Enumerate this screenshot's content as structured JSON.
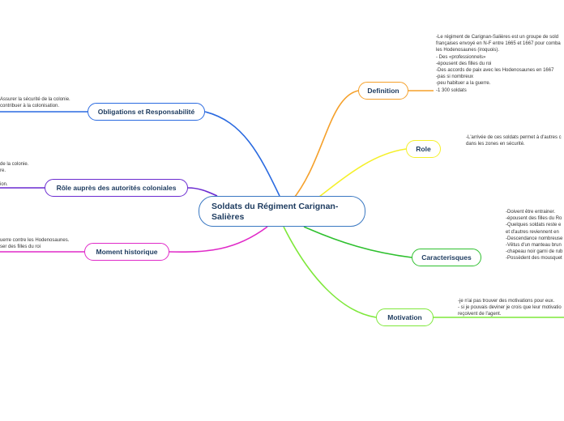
{
  "central": {
    "title": "Soldats du Régiment Carignan-Salières"
  },
  "colors": {
    "central": "#3a78c2",
    "definition": "#f5a02a",
    "role": "#f5f02a",
    "caracteristiques": "#2ec02e",
    "motivation": "#7ee83a",
    "obligations": "#2a6ae0",
    "role_coloniale": "#6a2ad0",
    "moment": "#e02ac8"
  },
  "branches": {
    "definition": {
      "label": "Definition",
      "note": "-Le régiment de Carignan-Salières est un groupe de sold\nfrançaises envoyé en N-F entre 1665 et 1667 pour comba\nles Hodenosaunes (iroquois).\n- Des «professionnels»\n-épousent des filles du roi\n-Des accords de paix avec les Hodenosaunes en 1667\n-pas si nombreux\n-peu habituer a la guerre.\n-1 300 soldats"
    },
    "role": {
      "label": "Role",
      "note": "-L'arrivée de ces soldats permet à d'autres c\ndans les zones en sécurité."
    },
    "caracteristiques": {
      "label": "Caracterisques",
      "note": "-Doivent être entrainer.\n-épousent des filles du Ro\n-Quelques soldats reste e\net d'autres reviennent en\n-Descendance nombreuse\n-Vêtus d'un manteau brun\n-chapeau noir garni de rub\n-Possèdent des mousquet"
    },
    "motivation": {
      "label": "Motivation",
      "note": "-je n'ai pas trouver des motivations pour eux.\n- si je pouvais deviner je crois que leur motivatio\nreçoivent de l'agent."
    },
    "obligations": {
      "label": "Obligations et Responsabilité",
      "note": "Assurer la sécurité de la colonie.\ncontribuer à la colonisation."
    },
    "role_coloniale": {
      "label": "Rôle auprès des autorités coloniales",
      "note": "de la colonie.\nre.\n\nion."
    },
    "moment": {
      "label": "Moment historique",
      "note": "uerre contre les Hodenosaunes.\nser des filles du roi"
    }
  }
}
